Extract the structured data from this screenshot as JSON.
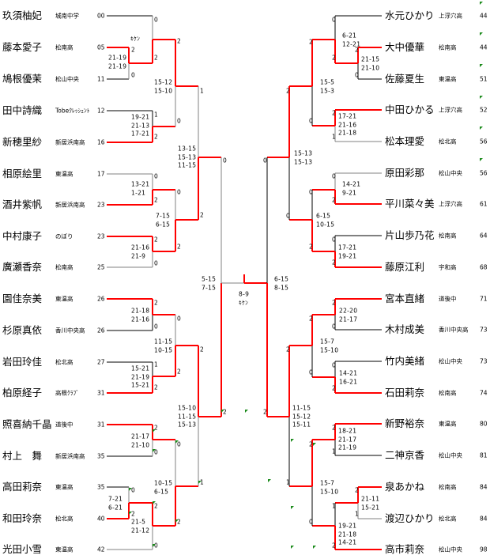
{
  "left_players": [
    {
      "name": "玖須柚妃",
      "school": "城南中学",
      "seed": "00"
    },
    {
      "name": "藤本愛子",
      "school": "松南高",
      "seed": "05"
    },
    {
      "name": "鳩根優茉",
      "school": "松山中央",
      "seed": "11"
    },
    {
      "name": "田中詩織",
      "school": "Tobeｸﾚｯｼｪﾝﾄ",
      "seed": "12"
    },
    {
      "name": "新穂里紗",
      "school": "新居浜南高",
      "seed": "16"
    },
    {
      "name": "相原絵里",
      "school": "東温高",
      "seed": "17"
    },
    {
      "name": "酒井紫帆",
      "school": "新居浜南高",
      "seed": "23"
    },
    {
      "name": "中村康子",
      "school": "のぼり",
      "seed": "23"
    },
    {
      "name": "廣瀬香奈",
      "school": "松南高",
      "seed": "25"
    },
    {
      "name": "園佳奈美",
      "school": "東温高",
      "seed": "26"
    },
    {
      "name": "杉原真依",
      "school": "香川中央高",
      "seed": "26"
    },
    {
      "name": "岩田玲佳",
      "school": "松北高",
      "seed": "27"
    },
    {
      "name": "柏原経子",
      "school": "高根ｸﾗﾌﾞ",
      "seed": "31"
    },
    {
      "name": "照喜納千晶",
      "school": "道後中",
      "seed": "31"
    },
    {
      "name": "村上　舞",
      "school": "新居浜南高",
      "seed": "35"
    },
    {
      "name": "高田莉奈",
      "school": "東温高",
      "seed": "35"
    },
    {
      "name": "和田玲奈",
      "school": "松北高",
      "seed": "40"
    },
    {
      "name": "光田小雪",
      "school": "東温高",
      "seed": "42"
    }
  ],
  "right_players": [
    {
      "name": "水元ひかり",
      "school": "上浮穴高",
      "seed": "44"
    },
    {
      "name": "大中優華",
      "school": "松南高",
      "seed": "44"
    },
    {
      "name": "佐藤夏生",
      "school": "東温高",
      "seed": "51"
    },
    {
      "name": "中田ひかる",
      "school": "上浮穴高",
      "seed": "52"
    },
    {
      "name": "松本理愛",
      "school": "松北高",
      "seed": "56"
    },
    {
      "name": "原田彩那",
      "school": "松山中央",
      "seed": "56"
    },
    {
      "name": "平川菜々美",
      "school": "上浮穴高",
      "seed": "61"
    },
    {
      "name": "片山歩乃花",
      "school": "松南高",
      "seed": "64"
    },
    {
      "name": "藤原江利",
      "school": "宇和高",
      "seed": "68"
    },
    {
      "name": "宮本直緒",
      "school": "道後中",
      "seed": "71"
    },
    {
      "name": "木村成美",
      "school": "香川中央高",
      "seed": "73"
    },
    {
      "name": "竹内美緒",
      "school": "松山中央",
      "seed": "73"
    },
    {
      "name": "石田莉奈",
      "school": "松南高",
      "seed": "74"
    },
    {
      "name": "新野裕奈",
      "school": "東温高",
      "seed": "80"
    },
    {
      "name": "二神京香",
      "school": "松山中央",
      "seed": "81"
    },
    {
      "name": "泉あかね",
      "school": "松南高",
      "seed": "84"
    },
    {
      "name": "渡辺ひかり",
      "school": "松北高",
      "seed": "84"
    },
    {
      "name": "高市莉奈",
      "school": "松山中央",
      "seed": "98"
    }
  ],
  "points": [
    "0",
    "2",
    "0",
    "2",
    "2",
    "1",
    "2",
    "0",
    "1",
    "0",
    "0",
    "2",
    "0",
    "2",
    "0",
    "2",
    "2",
    "2",
    "0",
    "1",
    "2",
    "0",
    "2",
    "2",
    "1",
    "2",
    "2",
    "0",
    "0",
    "0",
    "2",
    "2",
    "0",
    "2",
    "0",
    "2",
    "0",
    "2",
    "2",
    "2",
    "1",
    "0",
    "2",
    "0",
    "0",
    "2",
    "0",
    "2",
    "0",
    "2",
    "0",
    "2",
    "0",
    "0",
    "2",
    "2",
    "0",
    "2",
    "1",
    "2",
    "2",
    "1",
    "2",
    "0",
    "2",
    "1",
    "1",
    "2"
  ],
  "scores": [
    [
      "21-19",
      "21-19"
    ],
    [
      "ｷｹﾝ"
    ],
    [
      "19-21",
      "21-13",
      "17-21"
    ],
    [
      "15-12",
      "15-10"
    ],
    [
      "13-15",
      "15-13",
      "11-15"
    ],
    [
      "13-21",
      "1-21"
    ],
    [
      "21-16",
      "21-9"
    ],
    [
      "7-15",
      "6-15"
    ],
    [
      "5-15",
      "7-15"
    ],
    [
      "21-18",
      "21-16"
    ],
    [
      "15-21",
      "21-19",
      "15-21"
    ],
    [
      "11-15",
      "10-15"
    ],
    [
      "15-10",
      "11-15",
      "15-13"
    ],
    [
      "21-17",
      "21-10"
    ],
    [
      "7-21",
      "6-21"
    ],
    [
      "21-5",
      "21-12"
    ],
    [
      "10-15",
      "6-15"
    ],
    [
      "8-9",
      "ｷｹﾝ"
    ],
    [
      "6-21",
      "12-21"
    ],
    [
      "21-15",
      "21-10"
    ],
    [
      "17-21",
      "21-16",
      "21-18"
    ],
    [
      "15-5",
      "15-3"
    ],
    [
      "15-13",
      "15-13"
    ],
    [
      "6-15",
      "8-15"
    ],
    [
      "14-21",
      "9-21"
    ],
    [
      "17-21",
      "19-21"
    ],
    [
      "6-15",
      "10-15"
    ],
    [
      "22-20",
      "21-17"
    ],
    [
      "14-21",
      "16-21"
    ],
    [
      "15-7",
      "15-10"
    ],
    [
      "11-15",
      "15-12",
      "15-11"
    ],
    [
      "18-21",
      "21-17",
      "21-19"
    ],
    [
      "15-7",
      "15-10"
    ],
    [
      "21-11",
      "15-21"
    ],
    [
      "19-21",
      "21-18",
      "14-21"
    ]
  ],
  "colors": {
    "winner_line": "#ff0000",
    "line": "#000000",
    "loser_line": "#808080",
    "flag": "#1a8a1a"
  }
}
